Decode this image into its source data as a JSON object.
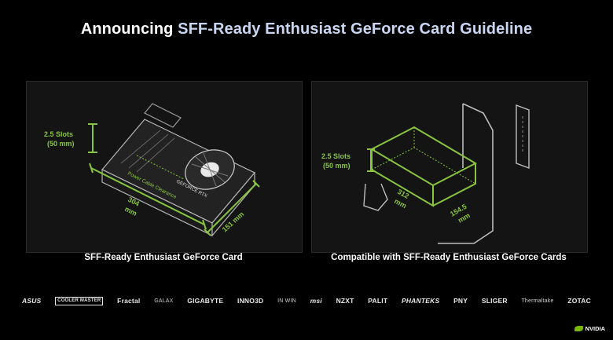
{
  "title": {
    "prefix": "Announcing",
    "highlight": "SFF-Ready Enthusiast GeForce Card Guideline"
  },
  "left_panel": {
    "slots_label_line1": "2.5 Slots",
    "slots_label_line2": "(50 mm)",
    "length_value": "304",
    "length_unit": "mm",
    "width_label": "151 mm",
    "cable_label": "Power Cable Clearance",
    "card_brand": "GEFORCE RTX",
    "caption": "SFF-Ready Enthusiast GeForce Card"
  },
  "right_panel": {
    "slots_label_line1": "2.5 Slots",
    "slots_label_line2": "(50 mm)",
    "length_value": "312",
    "length_unit": "mm",
    "width_value": "154.5",
    "width_unit": "mm",
    "caption": "Compatible with SFF-Ready Enthusiast GeForce Cards"
  },
  "partners": [
    "ASUS",
    "COOLER MASTER",
    "Fractal",
    "GALAX",
    "GIGABYTE",
    "INNO3D",
    "IN WIN",
    "msi",
    "NZXT",
    "PALIT",
    "PHANTEKS",
    "PNY",
    "SLIGER",
    "Thermaltake",
    "ZOTAC"
  ],
  "footer_brand": "NVIDIA",
  "colors": {
    "accent_green": "#8ac43f",
    "title_highlight": "#c8d6f2",
    "background": "#000000"
  }
}
